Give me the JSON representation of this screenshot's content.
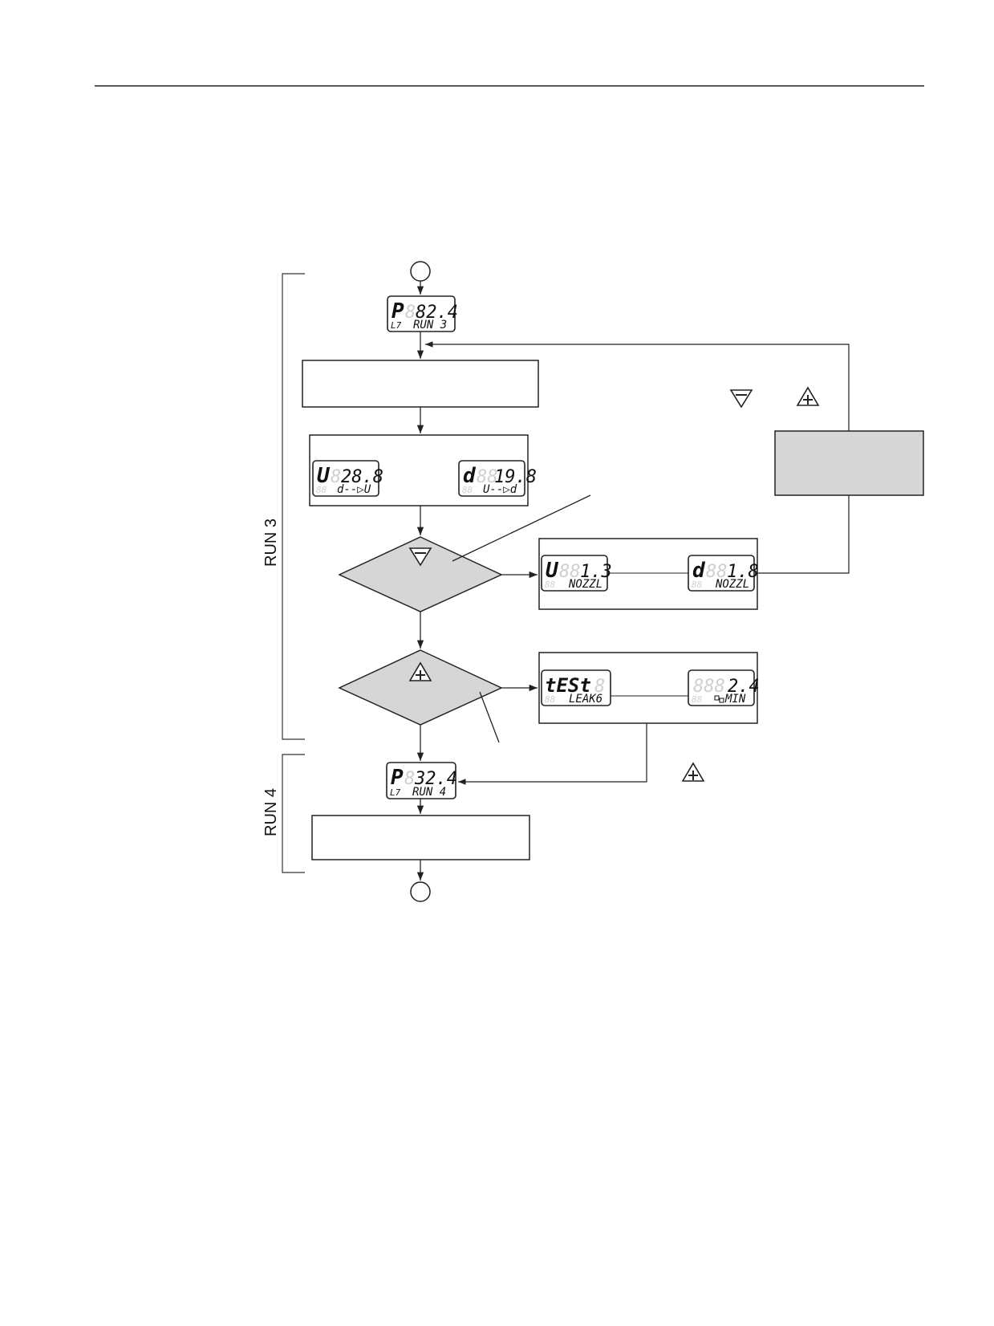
{
  "section_labels": {
    "run3": "RUN 3",
    "run4": "RUN 4"
  },
  "displays": {
    "p_run3": {
      "main_letter": "P",
      "main_digits": "82.4",
      "sub_left": "L7",
      "sub_text": "RUN 3"
    },
    "u_d_to_u": {
      "main_letter": "U",
      "main_digits": "28.8",
      "sub_text": "d--▷U"
    },
    "d_u_to_d": {
      "main_letter": "d",
      "main_digits": "19.8",
      "sub_text": "U--▷d"
    },
    "u_nozzl": {
      "main_letter": "U",
      "main_digits": "1.3",
      "sub_text": "NOZZL"
    },
    "d_nozzl": {
      "main_letter": "d",
      "main_digits": "1.8",
      "sub_text": "NOZZL"
    },
    "test_leak": {
      "main_letter": "tESt",
      "main_digits": "",
      "sub_text": "LEAK6"
    },
    "leak_min": {
      "main_letter": "",
      "main_digits": "2.4",
      "sub_text": "MIN"
    },
    "p_run4": {
      "main_letter": "P",
      "main_digits": "32.4",
      "sub_left": "L7",
      "sub_text": "RUN 4"
    }
  },
  "icons": {
    "minus_key": "down-triangle-minus-icon",
    "plus_key": "up-triangle-plus-icon"
  },
  "colors": {
    "line": "#222222",
    "gray_fill": "#d6d6d6",
    "ghost_segment": "#d0d0d0"
  }
}
